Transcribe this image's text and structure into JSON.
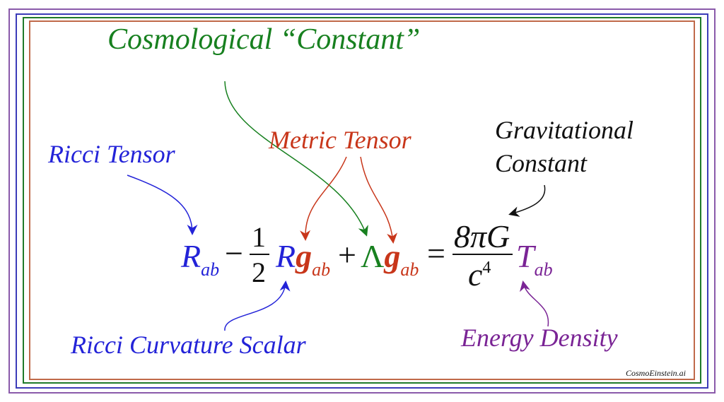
{
  "labels": {
    "cosmological": "Cosmological “Constant”",
    "ricci_tensor": "Ricci Tensor",
    "metric_tensor": "Metric Tensor",
    "grav_line1": "Gravitational",
    "grav_line2": "Constant",
    "ricci_scalar": "Ricci Curvature Scalar",
    "energy_density": "Energy Density"
  },
  "equation": {
    "R": "R",
    "ab": "ab",
    "minus": "−",
    "one": "1",
    "two": "2",
    "R2": "R",
    "g": "g",
    "plus": "+",
    "lambda": "Λ",
    "equals": "=",
    "numerator": "8πG",
    "c": "c",
    "four": "4",
    "T": "T"
  },
  "watermark": "CosmoEinstein.ai",
  "colors": {
    "blue": "#2323d8",
    "red": "#c8361a",
    "green": "#17801f",
    "purple": "#7a2495",
    "black": "#111111"
  }
}
